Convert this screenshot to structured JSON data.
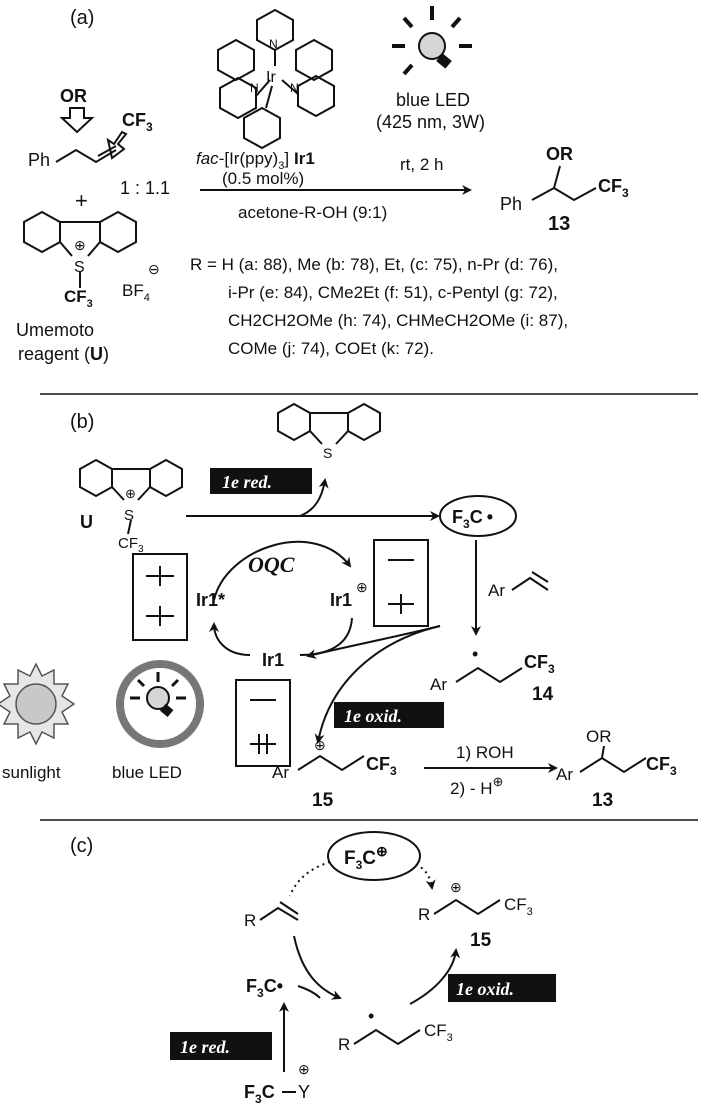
{
  "panel_a": {
    "label": "(a)",
    "or": "OR",
    "cf3": "CF",
    "cf3_sub": "3",
    "ph": "Ph",
    "plus": "+",
    "ratio": "1 : 1.1",
    "cat_name_ital": "fac",
    "cat_name_mid": "-[Ir(ppy)",
    "cat_name_sub": "3",
    "cat_name_end": "]",
    "cat_id": "Ir1",
    "cat_loading": "(0.5 mol%)",
    "ir": "Ir",
    "n": "N",
    "led_label": "blue LED",
    "led_detail": "(425 nm, 3W)",
    "conditions": "rt, 2 h",
    "solvent": "acetone-R-OH (9:1)",
    "product_or": "OR",
    "product_ph": "Ph",
    "product_cf3": "CF",
    "product_num": "13",
    "s_plus": "⊕",
    "s": "S",
    "bf4": "BF",
    "bf4_sub": "4",
    "minus": "⊖",
    "reagent_line1": "Umemoto",
    "reagent_line2": "reagent (",
    "reagent_u": "U",
    "reagent_close": ")",
    "r_lines": [
      "R = H (a: 88), Me (b: 78), Et, (c: 75), n-Pr (d: 76),",
      "i-Pr (e: 84),  CMe2Et (f: 51), c-Pentyl (g: 72),",
      "CH2CH2OMe (h: 74), CHMeCH2OMe (i: 87),",
      "COMe (j: 74), COEt (k: 72)."
    ]
  },
  "panel_b": {
    "label": "(b)",
    "u": "U",
    "s": "S",
    "plus": "⊕",
    "cf3": "CF",
    "red_label": "1e red.",
    "f3c_radical": "F",
    "f3c_c": "C",
    "dot": "•",
    "oqc": "OQC",
    "ir1_star": "Ir1*",
    "ir1_plus": "Ir1",
    "ir1": "Ir1",
    "ar": "Ar",
    "radical_cf3": "CF",
    "num14": "14",
    "oxid_label": "1e oxid.",
    "cation_cf3": "CF",
    "num15": "15",
    "step1": "1) ROH",
    "step2": "2) - H",
    "prod_or": "OR",
    "prod_cf3": "CF",
    "num13": "13",
    "sunlight": "sunlight",
    "blue_led": "blue LED"
  },
  "panel_c": {
    "label": "(c)",
    "f3c_cation": "F",
    "r": "R",
    "cf3": "CF",
    "num15": "15",
    "radical": "F",
    "oxid_label": "1e oxid.",
    "red_label": "1e red.",
    "f3cy": "F",
    "y": "Y"
  }
}
